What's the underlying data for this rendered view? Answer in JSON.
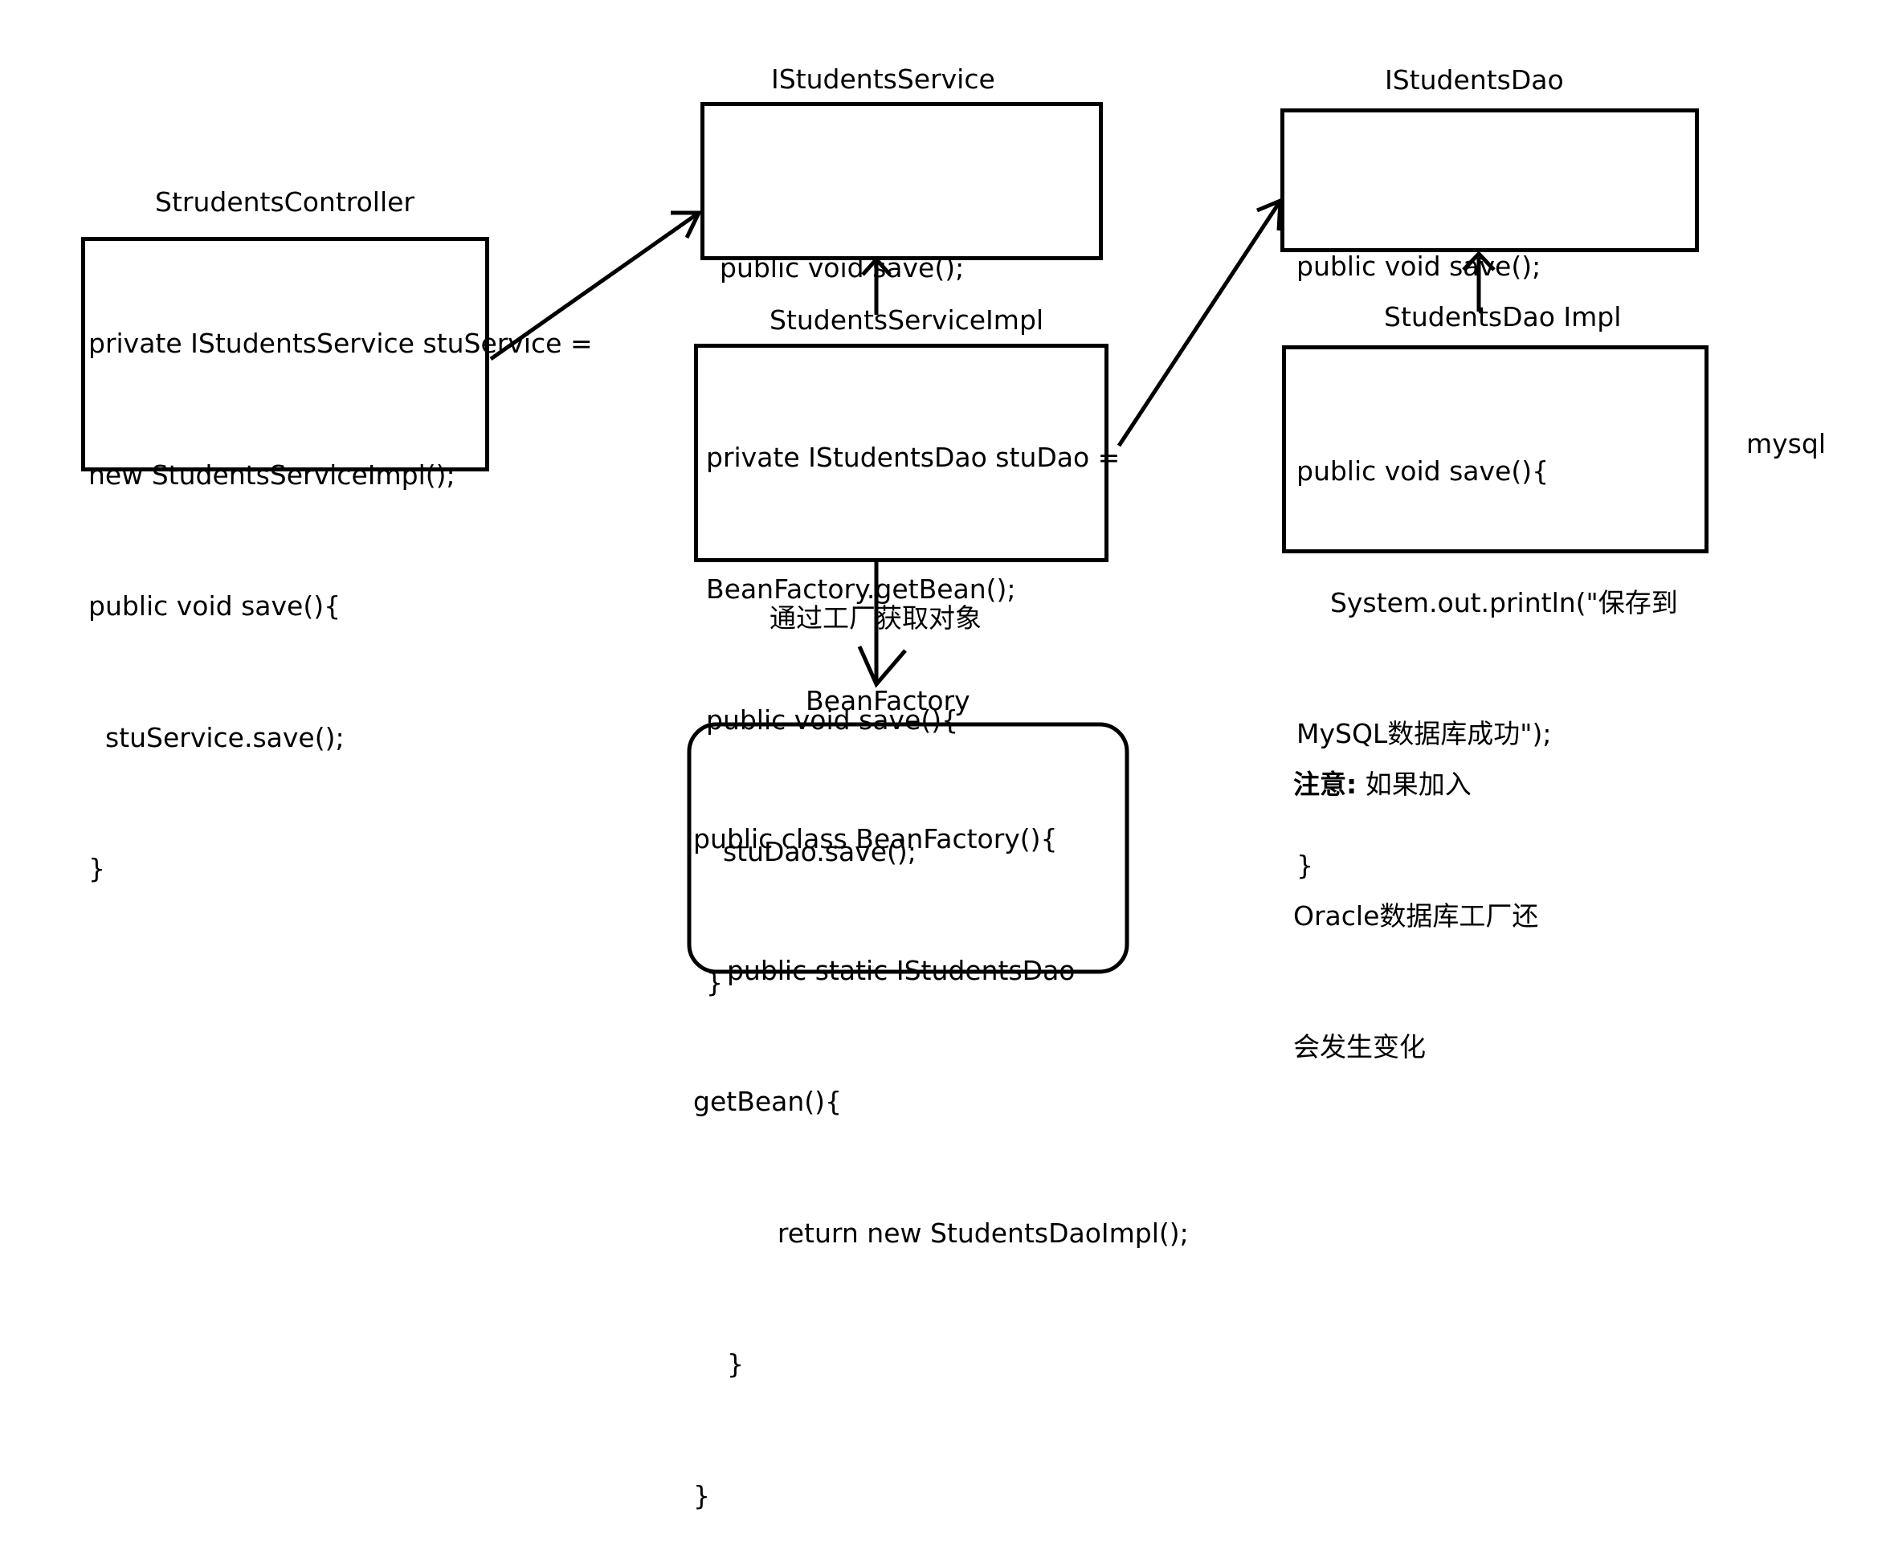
{
  "controller": {
    "title": "StrudentsController",
    "lines": [
      "private IStudentsService stuService =",
      "new StudentsServiceImpl();",
      "public void save(){",
      "  stuService.save();",
      "}"
    ]
  },
  "service_interface": {
    "title": "IStudentsService",
    "lines": [
      "public void save();"
    ]
  },
  "service_impl": {
    "title": "StudentsServiceImpl",
    "lines": [
      "private IStudentsDao stuDao =",
      "BeanFactory.getBean();",
      "public void save(){",
      "  stuDao.save();",
      "}"
    ]
  },
  "dao_interface": {
    "title": "IStudentsDao",
    "lines": [
      "public void save();"
    ]
  },
  "dao_impl": {
    "title": "StudentsDao Impl",
    "lines": [
      "public void save(){",
      "    System.out.println(\"保存到",
      "MySQL数据库成功\");",
      "}"
    ]
  },
  "mysql_label": "mysql",
  "factory_edge_label": "通过工厂获取对象",
  "bean_factory": {
    "title": "BeanFactory",
    "lines": [
      "public class BeanFactory(){",
      "    public static IStudentsDao",
      "getBean(){",
      "          return new StudentsDaoImpl();",
      "    }",
      "}"
    ]
  },
  "note": {
    "heading": "注意:",
    "line1": "如果加入",
    "line2": "Oracle数据库工厂还",
    "line3": "会发生变化"
  }
}
